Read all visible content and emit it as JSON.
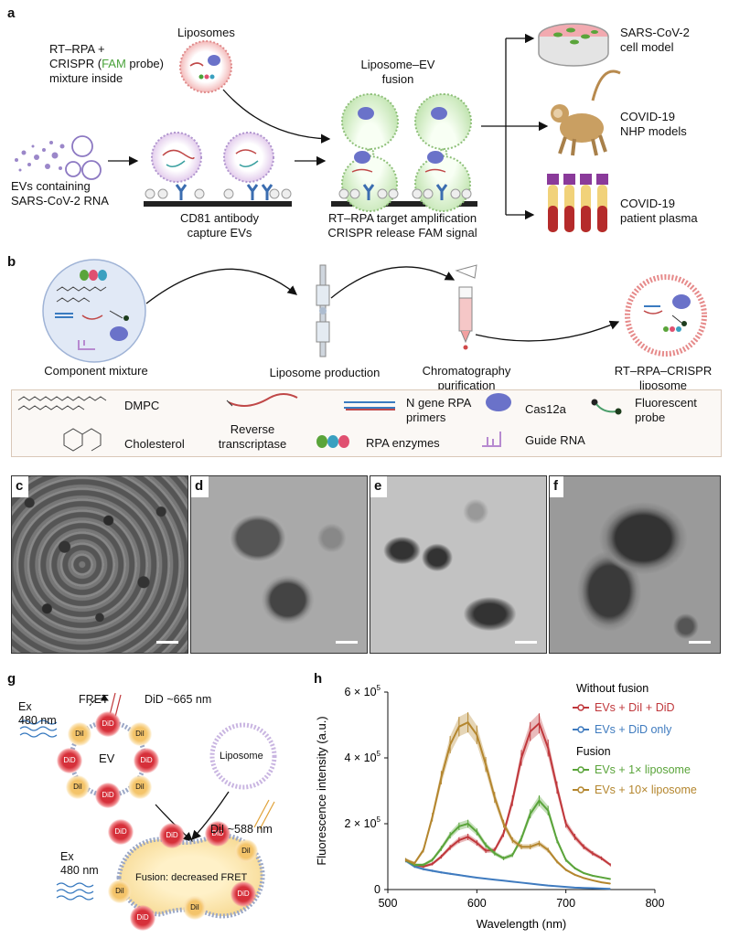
{
  "panel_a": {
    "label": "a",
    "rt_rpa_prefix": "RT–RPA +",
    "crispr_prefix": "CRISPR (",
    "fam": "FAM",
    "probe_suffix": " probe)",
    "mixture_inside": "mixture inside",
    "liposomes": "Liposomes",
    "liposome_ev_line1": "Liposome–EV",
    "liposome_ev_line2": "fusion",
    "evs_line1": "EVs containing",
    "evs_line2": "SARS-CoV-2 RNA",
    "cd81_line1": "CD81 antibody",
    "cd81_line2": "capture EVs",
    "rtrpa_amp_line1": "RT–RPA target amplification",
    "rtrpa_amp_line2": "CRISPR release FAM signal",
    "sars_line1": "SARS-CoV-2",
    "sars_line2": "cell model",
    "nhp_line1": "COVID-19",
    "nhp_line2": "NHP models",
    "plasma_line1": "COVID-19",
    "plasma_line2": "patient plasma"
  },
  "panel_b": {
    "label": "b",
    "component_mixture": "Component mixture",
    "liposome_production": "Liposome production",
    "chrom_line1": "Chromatography",
    "chrom_line2": "purification",
    "rtrpa_crispr_line1": "RT–RPA–CRISPR",
    "rtrpa_crispr_line2": "liposome",
    "legend": {
      "dmpc": "DMPC",
      "cholesterol": "Cholesterol",
      "rt_line1": "Reverse",
      "rt_line2": "transcriptase",
      "ngene_line1": "N gene RPA",
      "ngene_line2": "primers",
      "rpa_enzymes": "RPA enzymes",
      "cas12a": "Cas12a",
      "guide_rna": "Guide RNA",
      "fluor_line1": "Fluorescent",
      "fluor_line2": "probe"
    }
  },
  "micrographs": [
    "c",
    "d",
    "e",
    "f"
  ],
  "panel_g": {
    "label": "g",
    "fret": "FRET",
    "did_665": "DiD ~665 nm",
    "ex1_line1": "Ex",
    "ex1_line2": "480 nm",
    "ev": "EV",
    "liposome": "Liposome",
    "dil_588": "DiI ~588 nm",
    "ex2_line1": "Ex",
    "ex2_line2": "480 nm",
    "fusion_text": "Fusion: decreased FRET",
    "dil": "DiI",
    "did": "DiD"
  },
  "chart_data": {
    "type": "line",
    "panel_label": "h",
    "xlabel": "Wavelength (nm)",
    "ylabel": "Fluorescence intensity (a.u.)",
    "xlim": [
      500,
      800
    ],
    "ylim": [
      0,
      600000
    ],
    "xticks": [
      500,
      600,
      700,
      800
    ],
    "yticks": [
      0,
      200000,
      400000,
      600000
    ],
    "ytick_labels": [
      "0",
      "2 × 10",
      "4 × 10",
      "6 × 10"
    ],
    "ytick_exp": "5",
    "legend_group1": "Without fusion",
    "legend_group2": "Fusion",
    "series": [
      {
        "name": "EVs + DiI + DiD",
        "color": "#c0383c",
        "x": [
          520,
          530,
          540,
          550,
          560,
          570,
          580,
          590,
          600,
          610,
          620,
          630,
          640,
          650,
          660,
          670,
          680,
          690,
          700,
          710,
          720,
          730,
          740,
          750
        ],
        "y": [
          90000,
          75000,
          70000,
          78000,
          100000,
          128000,
          150000,
          160000,
          142000,
          118000,
          120000,
          170000,
          270000,
          400000,
          480000,
          505000,
          430000,
          310000,
          200000,
          160000,
          130000,
          110000,
          95000,
          75000
        ]
      },
      {
        "name": "EVs + DiD only",
        "color": "#3f7bbf",
        "x": [
          520,
          530,
          540,
          550,
          560,
          570,
          580,
          590,
          600,
          610,
          620,
          630,
          640,
          650,
          660,
          670,
          680,
          690,
          700,
          710,
          720,
          730,
          740,
          750
        ],
        "y": [
          88000,
          70000,
          62000,
          57000,
          52000,
          48000,
          44000,
          40000,
          36000,
          33000,
          30000,
          27000,
          24000,
          21000,
          18000,
          15000,
          12000,
          10000,
          8000,
          6000,
          5000,
          4000,
          3000,
          2000
        ]
      },
      {
        "name": "EVs + 1× liposome",
        "color": "#5aa43a",
        "x": [
          520,
          530,
          540,
          550,
          560,
          570,
          580,
          590,
          600,
          610,
          620,
          630,
          640,
          650,
          660,
          670,
          680,
          690,
          700,
          710,
          720,
          730,
          740,
          750
        ],
        "y": [
          90000,
          75000,
          75000,
          90000,
          125000,
          165000,
          192000,
          200000,
          175000,
          135000,
          110000,
          95000,
          105000,
          155000,
          230000,
          270000,
          240000,
          150000,
          90000,
          65000,
          50000,
          42000,
          37000,
          32000
        ]
      },
      {
        "name": "EVs + 10× liposome",
        "color": "#b4862e",
        "x": [
          520,
          530,
          540,
          550,
          560,
          570,
          580,
          590,
          600,
          610,
          620,
          630,
          640,
          650,
          660,
          670,
          680,
          690,
          700,
          710,
          720,
          730,
          740,
          750
        ],
        "y": [
          90000,
          80000,
          120000,
          220000,
          340000,
          440000,
          495000,
          508000,
          470000,
          380000,
          280000,
          200000,
          150000,
          130000,
          130000,
          140000,
          120000,
          85000,
          60000,
          45000,
          35000,
          28000,
          22000,
          18000
        ]
      }
    ]
  }
}
